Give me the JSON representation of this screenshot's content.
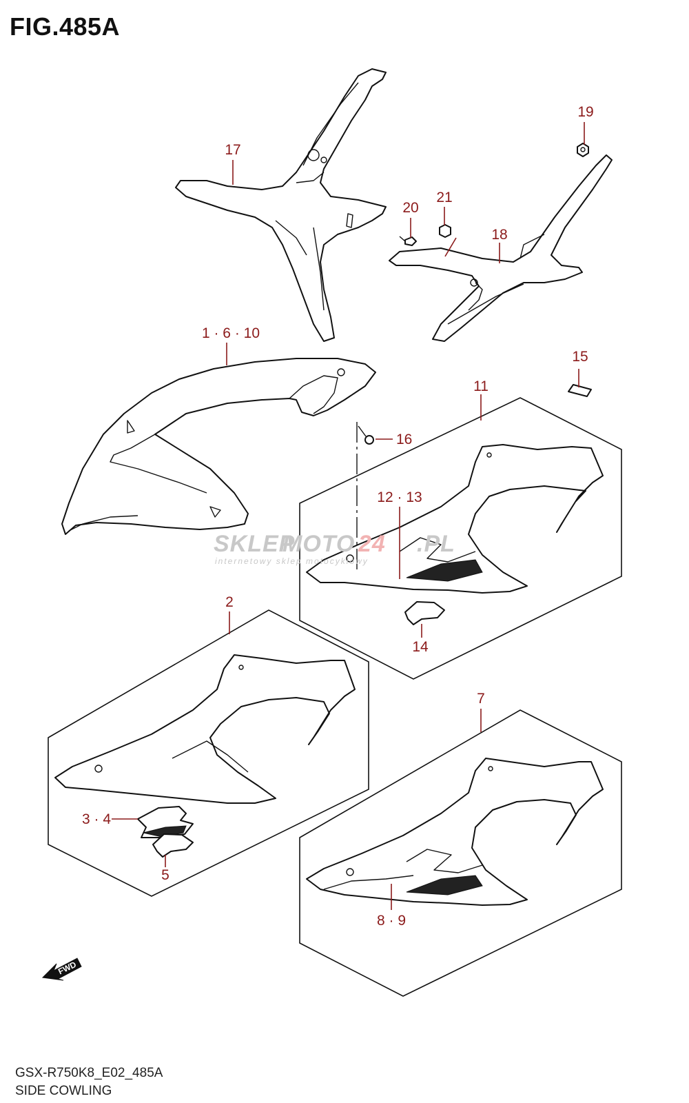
{
  "figure": {
    "title": "FIG.485A",
    "code": "GSX-R750K8_E02_485A",
    "name": "SIDE COWLING"
  },
  "watermark": {
    "brand_a": "SKLEP",
    "brand_b": "MOTO",
    "brand_c": "24",
    "brand_d": ".PL",
    "tagline": "internetowy sklep motocyklowy"
  },
  "fwd_label": "FWD",
  "callouts": {
    "c17": "17",
    "c19": "19",
    "c20": "20",
    "c21": "21",
    "c18": "18",
    "c1_6_10": "1 · 6 · 10",
    "c15": "15",
    "c11": "11",
    "c16": "16",
    "c12_13": "12 · 13",
    "c14": "14",
    "c2": "2",
    "c7": "7",
    "c3_4": "3 · 4",
    "c5": "5",
    "c8_9": "8 · 9"
  },
  "colors": {
    "callout": "#8b1a1a",
    "line_art": "#111111",
    "background": "#ffffff"
  }
}
